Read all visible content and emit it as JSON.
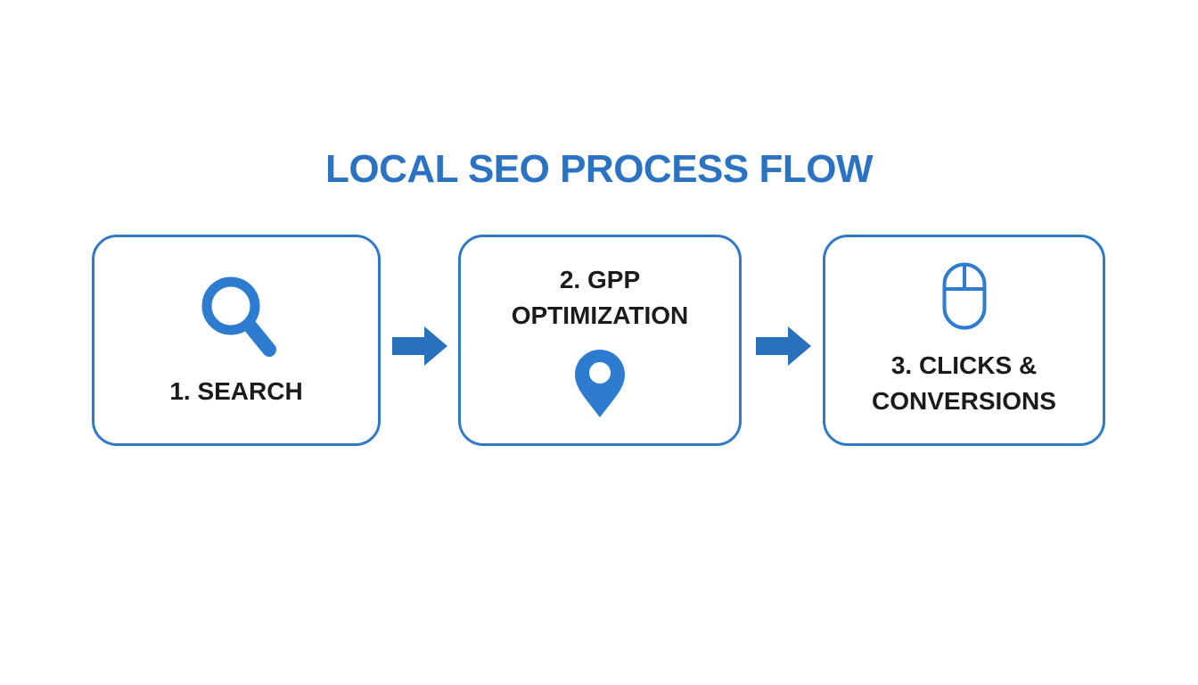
{
  "title": "LOCAL SEO PROCESS FLOW",
  "colors": {
    "accent": "#2b73c2",
    "box_border": "#2f7ac6",
    "icon_blue": "#2e7ccf",
    "arrow_blue": "#2a71bd",
    "text": "#1b1b1b",
    "background": "#ffffff"
  },
  "steps": [
    {
      "label": "1. SEARCH",
      "icon": "magnifier-icon"
    },
    {
      "label": "2. GPP OPTIMIZATION",
      "icon": "location-pin-icon"
    },
    {
      "label": "3. CLICKS & CONVERSIONS",
      "icon": "mouse-icon"
    }
  ],
  "connectors": [
    {
      "type": "arrow-right"
    },
    {
      "type": "arrow-right"
    }
  ]
}
